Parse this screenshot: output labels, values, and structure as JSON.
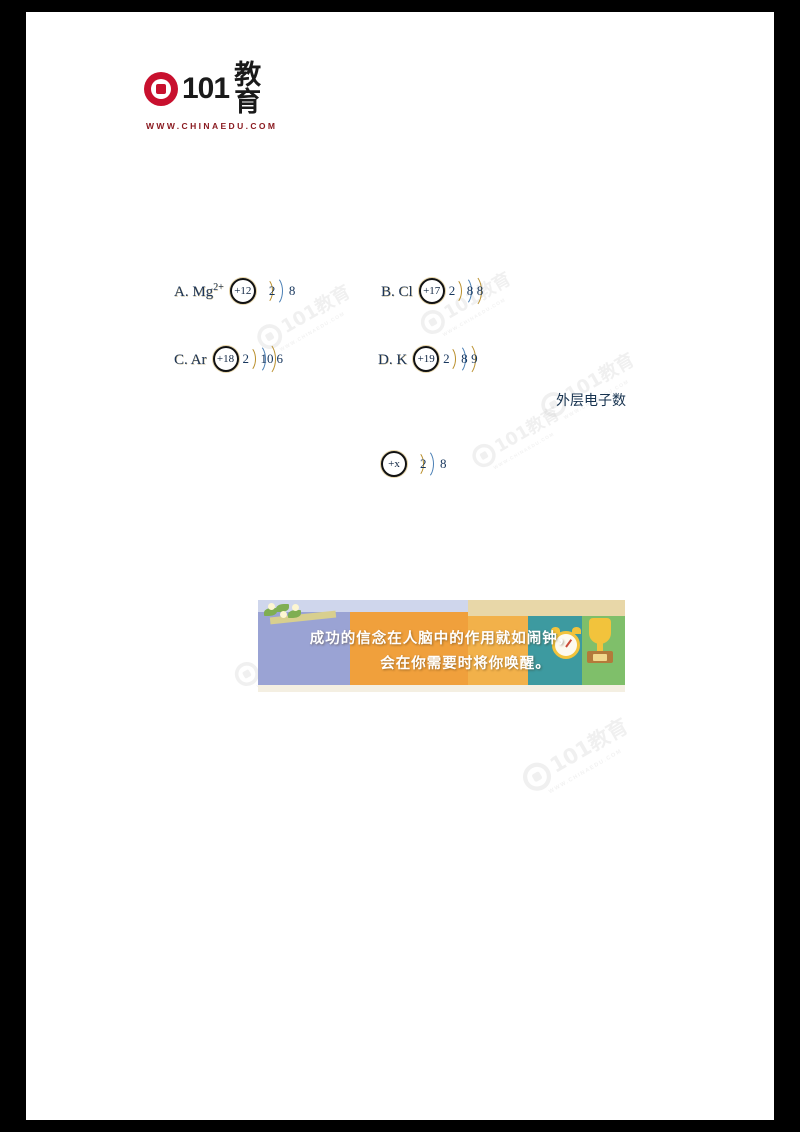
{
  "brand": {
    "name_digits": "101",
    "name_cn": "教育",
    "url": "WWW.CHINAEDU.COM",
    "logo_color": "#c8102e",
    "url_color": "#8a1a20"
  },
  "watermark": {
    "text": "101教育",
    "url": "WWW.CHINAEDU.COM",
    "color": "#cfcfcf"
  },
  "question": {
    "options": [
      {
        "key": "A",
        "label": "A. Mg",
        "charge": "2+",
        "nucleus": "+12",
        "shells": [
          "2",
          "8"
        ]
      },
      {
        "key": "B",
        "label": "B. Cl",
        "charge": "",
        "nucleus": "+17",
        "shells": [
          "2",
          "8",
          "8"
        ]
      },
      {
        "key": "C",
        "label": "C. Ar",
        "charge": "",
        "nucleus": "+18",
        "shells": [
          "2",
          "10",
          "6"
        ]
      },
      {
        "key": "D",
        "label": "D. K",
        "charge": "",
        "nucleus": "+19",
        "shells": [
          "2",
          "8",
          "9"
        ]
      }
    ],
    "center_diagram": {
      "nucleus": "+x",
      "shells": [
        "2",
        "8"
      ]
    },
    "fragment_text": "外层电子数"
  },
  "banner": {
    "quote_line1": "成功的信念在人脑中的作用就如闹钟，",
    "quote_line2": "会在你需要时将你唤醒。",
    "colors": {
      "lavender": "#9aa3d4",
      "orange": "#f0a03c",
      "amber": "#f2b14a",
      "teal": "#3d9aa0",
      "green": "#7fbf6a",
      "gold": "#f2c33c"
    }
  }
}
